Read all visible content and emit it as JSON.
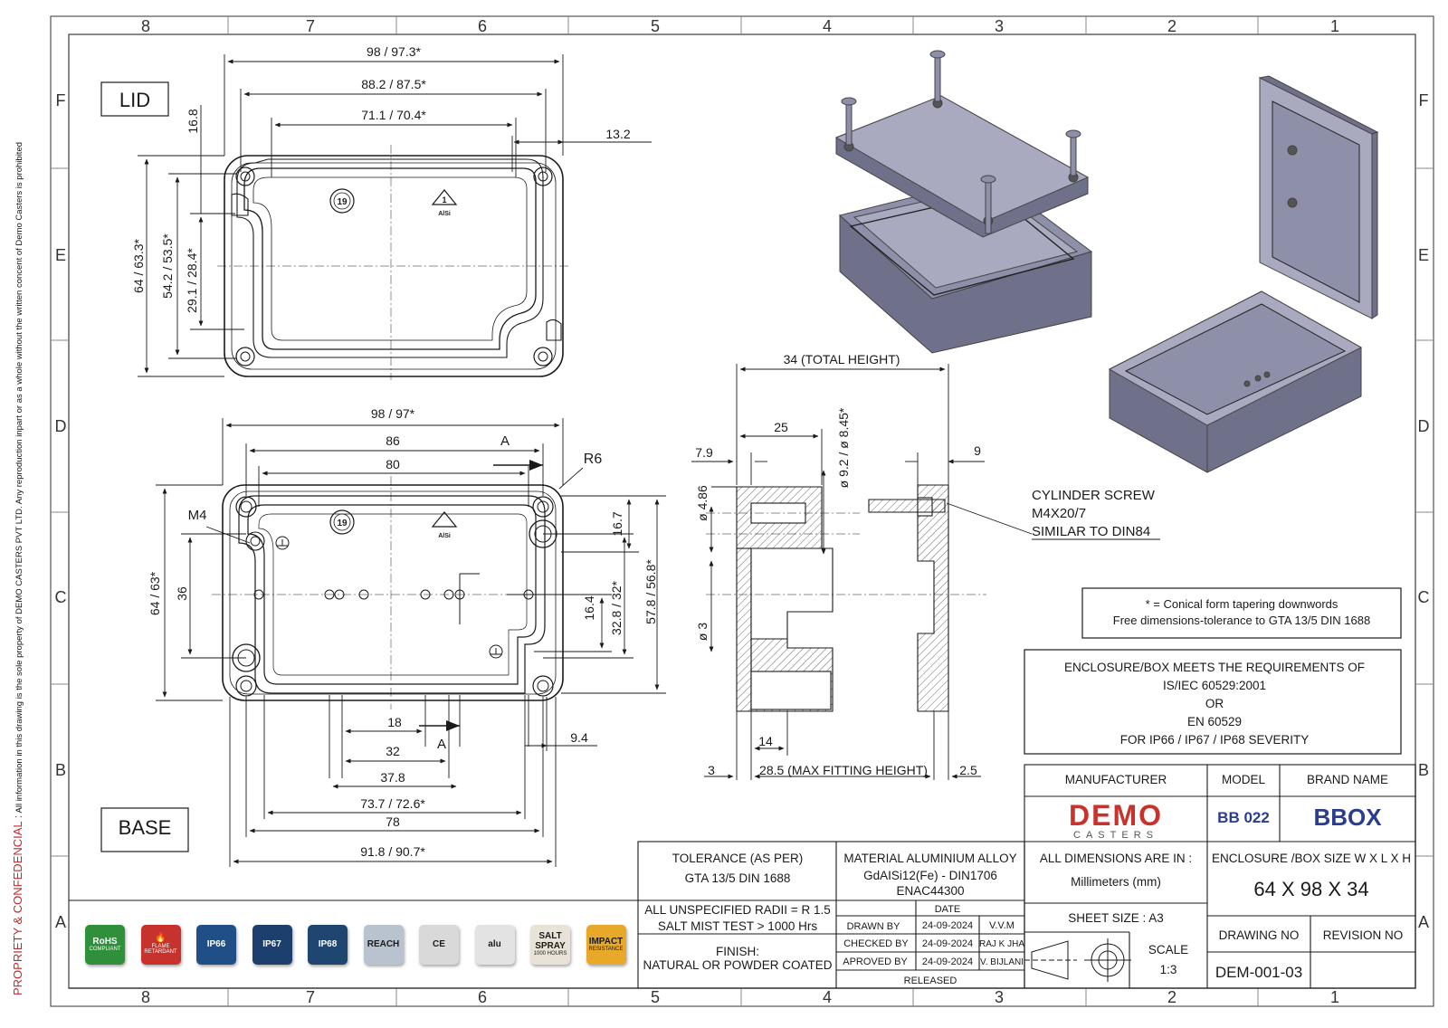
{
  "sidebar": {
    "confidential": "PROPRIETY & CONFEDENCIAL :",
    "notice": "All information in this drawing is the sole property of DEMO CASTERS PVT LTD. Any reproduction inpart or as a whole without the written concent of Demo Casters is prohibited"
  },
  "grid": {
    "columns": [
      "8",
      "7",
      "6",
      "5",
      "4",
      "3",
      "2",
      "1"
    ],
    "rows": [
      "F",
      "E",
      "D",
      "C",
      "B",
      "A"
    ]
  },
  "views": {
    "lid_label": "LID",
    "base_label": "BASE"
  },
  "lid_dims": {
    "w_outer": "98 / 97.3*",
    "w_mid": "88.2 / 87.5*",
    "w_inner": "71.1 / 70.4*",
    "offset": "13.2",
    "h_top": "16.8",
    "h_outer": "64 / 63.3*",
    "h_mid": "54.2 / 53.5*",
    "h_inner": "29.1 / 28.4*",
    "marker_number": "19",
    "recycle_number": "1",
    "recycle_text": "AlSi"
  },
  "base_dims": {
    "w_outer": "98 / 97*",
    "w_86": "86",
    "w_80": "80",
    "section_a": "A",
    "radius": "R6",
    "thread": "M4",
    "h_outer": "64 / 63*",
    "h_36": "36",
    "h_16_7": "16.7",
    "h_16_4": "16.4",
    "h_32_8": "32.8 / 32*",
    "h_57_8": "57.8 / 56.8*",
    "d_18": "18",
    "d_9_4": "9.4",
    "d_32": "32",
    "d_37_8": "37.8",
    "d_73_7": "73.7 / 72.6*",
    "d_78": "78",
    "d_91_8": "91.8 / 90.7*",
    "marker_number": "19",
    "recycle_text": "AlSi"
  },
  "section_dims": {
    "total_height": "34 (TOTAL HEIGHT)",
    "d_25": "25",
    "d_7_9": "7.9",
    "dia_4_86": "ø 4.86",
    "dia_9_2": "ø 9.2 / ø 8.45*",
    "d_9": "9",
    "dia_3": "ø 3",
    "d_14": "14",
    "d_3": "3",
    "max_fitting": "28.5 (MAX FITTING HEIGHT)",
    "d_2_5": "2.5",
    "screw_line1": "CYLINDER SCREW",
    "screw_line2": "M4X20/7",
    "screw_line3": "SIMILAR TO DIN84"
  },
  "notes": {
    "conical_line1": "* = Conical form tapering downwords",
    "conical_line2": "Free dimensions-tolerance to GTA 13/5 DIN 1688",
    "req_line1": "ENCLOSURE/BOX MEETS THE REQUIREMENTS OF",
    "req_line2": "IS/IEC 60529:2001",
    "req_line3": "OR",
    "req_line4": "EN 60529",
    "req_line5": "FOR IP66 / IP67 / IP68 SEVERITY"
  },
  "title_block": {
    "manufacturer_label": "MANUFACTURER",
    "model_label": "MODEL",
    "brand_label": "BRAND NAME",
    "logo_main": "DEMO",
    "logo_sub": "CASTERS",
    "model_value": "BB 022",
    "brand_value": "BBOX",
    "tolerance_label": "TOLERANCE (AS PER)",
    "tolerance_value": "GTA 13/5 DIN 1688",
    "material_line1": "MATERIAL ALUMINIUM ALLOY",
    "material_line2": "GdAISi12(Fe) - DIN1706",
    "material_line3": "ENAC44300",
    "dims_label": "ALL DIMENSIONS ARE IN :",
    "dims_value": "Millimeters (mm)",
    "size_label": "ENCLOSURE /BOX SIZE W X L X H",
    "size_value": "64 X 98 X 34",
    "radii": "ALL UNSPECIFIED RADII = R 1.5",
    "salt": "SALT MIST TEST > 1000 Hrs",
    "finish_label": "FINISH:",
    "finish_value": "NATURAL OR POWDER COATED",
    "date_label": "DATE",
    "drawn_label": "DRAWN BY",
    "drawn_date": "24-09-2024",
    "drawn_by": "V.V.M",
    "checked_label": "CHECKED BY",
    "checked_date": "24-09-2024",
    "checked_by": "RAJ K JHA",
    "approved_label": "APROVED BY",
    "approved_date": "24-09-2024",
    "approved_by": "V. BIJLANI",
    "released": "RELEASED",
    "sheet_size": "SHEET SIZE : A3",
    "scale_label": "SCALE",
    "scale_value": "1:3",
    "drawing_no_label": "DRAWING NO",
    "revision_label": "REVISION NO",
    "drawing_no_value": "DEM-001-03"
  },
  "certifications": [
    {
      "icon": "rohs-badge",
      "title": "RoHS",
      "sub": "COMPLIANT",
      "color": "#2f8f3a"
    },
    {
      "icon": "flame-retardant-badge",
      "title": "🔥",
      "sub": "FLAME RETARDANT",
      "color": "#c8322c"
    },
    {
      "icon": "ip66-badge",
      "title": "IP66",
      "sub": "",
      "color": "#1f4f86"
    },
    {
      "icon": "ip67-badge",
      "title": "IP67",
      "sub": "",
      "color": "#1c3f6e"
    },
    {
      "icon": "ip68-badge",
      "title": "IP68",
      "sub": "",
      "color": "#1f4670"
    },
    {
      "icon": "reach-badge",
      "title": "REACH",
      "sub": "",
      "color": "#b8c3cf"
    },
    {
      "icon": "ce-badge",
      "title": "CE",
      "sub": "",
      "color": "#d9d9d9"
    },
    {
      "icon": "alu-badge",
      "title": "alu",
      "sub": "",
      "color": "#e3e3e3"
    },
    {
      "icon": "salt-spray-badge",
      "title": "SALT SPRAY",
      "sub": "1000 HOURS",
      "color": "#e9e2d6"
    },
    {
      "icon": "impact-resistance-badge",
      "title": "IMPACT",
      "sub": "RESISTANCE",
      "color": "#e8a92a"
    }
  ],
  "colors": {
    "line": "#1a1a1a",
    "box_fill": "#8e8fa8",
    "box_dark": "#6f7089",
    "box_light": "#a9aac0",
    "brand_red": "#c8322c",
    "brand_blue": "#2a3d8f"
  }
}
